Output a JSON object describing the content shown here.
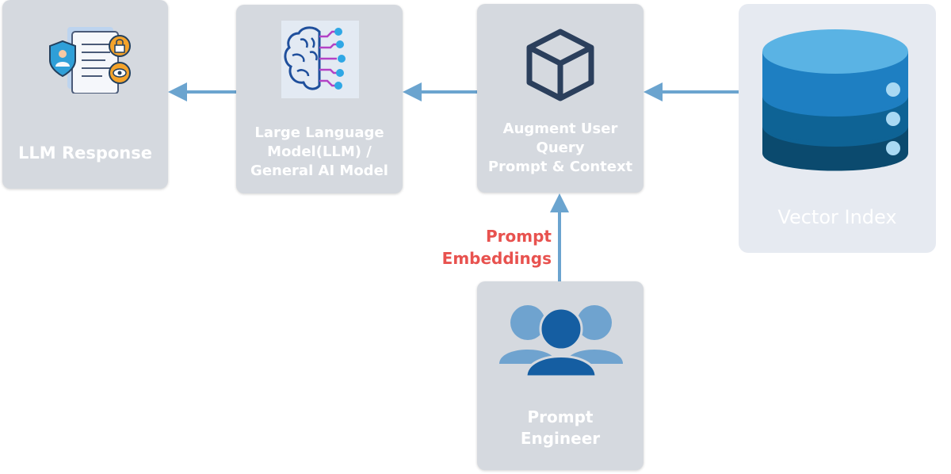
{
  "nodes": {
    "llm_response": {
      "label": "LLM Response"
    },
    "llm_model": {
      "label": "Large Language\nModel(LLM) /\nGeneral AI Model"
    },
    "augment_query": {
      "label": "Augment User\nQuery\nPrompt & Context"
    },
    "vector_index": {
      "label": "Vector Index"
    },
    "prompt_engineer": {
      "label": "Prompt\nEngineer"
    }
  },
  "edge_labels": {
    "prompt_embeddings": "Prompt\nEmbeddings"
  },
  "colors": {
    "box": "#d5d9df",
    "box_light": "#e6eaf1",
    "arrow": "#6ba4cf",
    "edge_label": "#e8524f",
    "db_top": "#5ab3e4",
    "db_mid": "#1e7fc2",
    "db_low": "#0e6395",
    "db_bottom": "#0b4a6e",
    "person_front": "#155ea2",
    "person_back": "#6fa3cf"
  },
  "icons": [
    "document-security-icon",
    "brain-circuit-icon",
    "cube-icon",
    "database-icon",
    "users-group-icon"
  ]
}
